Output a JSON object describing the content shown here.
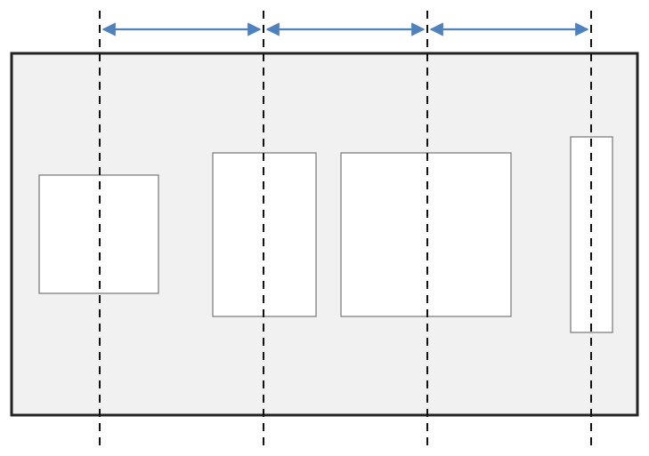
{
  "diagram": {
    "type": "distribution-spacing",
    "description_visible_text": "",
    "element_count": 4,
    "guide_count": 4,
    "equal_spacing_arrow_count": 3,
    "colors": {
      "background": "#ffffff",
      "frame_fill": "#f1f1f1",
      "frame_stroke": "#222222",
      "element_fill": "#ffffff",
      "element_stroke": "#7f7f7f",
      "guide_line": "#111111",
      "arrow": "#4f81bd"
    }
  }
}
